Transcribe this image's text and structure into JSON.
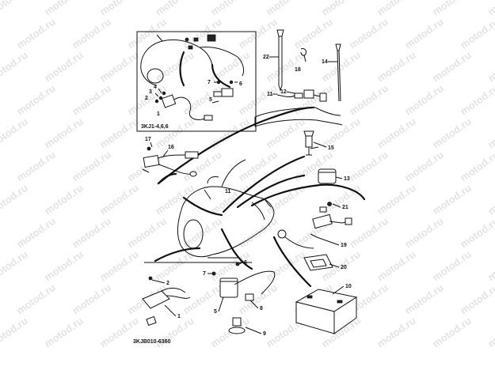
{
  "watermark_text": "motod.ru",
  "inset_code": "3KJ1-4,6,6",
  "diagram_code": "3KJB010-6360",
  "part_labels": {
    "p1": "1",
    "p2": "2",
    "p5": "5",
    "p6": "6",
    "p7": "7",
    "p8": "8",
    "p9": "9",
    "p10": "10",
    "p11": "11",
    "p11b": "11",
    "p12": "12",
    "p13": "13",
    "p14": "14",
    "p15": "15",
    "p16": "16",
    "p17": "17",
    "p18": "18",
    "p19": "19",
    "p20": "20",
    "p21": "21",
    "p22": "22",
    "i2": "2",
    "i3": "3",
    "i4": "4",
    "i1": "1",
    "i5": "5",
    "i6": "6",
    "i7": "7"
  }
}
